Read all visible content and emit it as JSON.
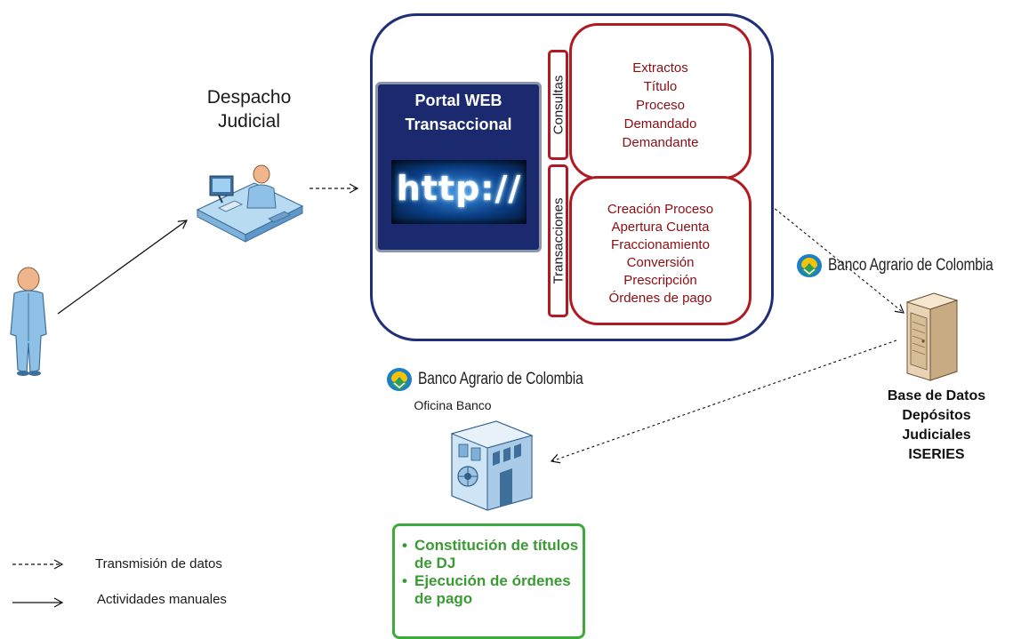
{
  "despacho": {
    "label_line1": "Despacho",
    "label_line2": "Judicial"
  },
  "portal": {
    "title_line1": "Portal WEB",
    "title_line2": "Transaccional",
    "screen_text": "http://"
  },
  "consultas": {
    "tab_label": "Consultas",
    "items": [
      "Extractos",
      "Título",
      "Proceso",
      "Demandado",
      "Demandante"
    ]
  },
  "transacciones": {
    "tab_label": "Transacciones",
    "items": [
      "Creación Proceso",
      "Apertura Cuenta",
      "Fraccionamiento",
      "Conversión",
      "Prescripción",
      "Órdenes de pago"
    ]
  },
  "bank": {
    "name": "Banco Agrario de Colombia",
    "oficina_label": "Oficina Banco"
  },
  "database": {
    "caption_line1": "Base de Datos",
    "caption_line2": "Depósitos",
    "caption_line3": "Judiciales",
    "caption_line4": "ISERIES"
  },
  "oficina_box": {
    "items": [
      "Constitución de títulos de DJ",
      "Ejecución de órdenes de pago"
    ]
  },
  "legend": {
    "dashed_label": "Transmisión de datos",
    "solid_label": "Actividades manuales"
  },
  "colors": {
    "portal_border": "#1f2f7a",
    "red_border": "#b01a22",
    "red_text": "#8b0d12",
    "green": "#3faa3c"
  }
}
